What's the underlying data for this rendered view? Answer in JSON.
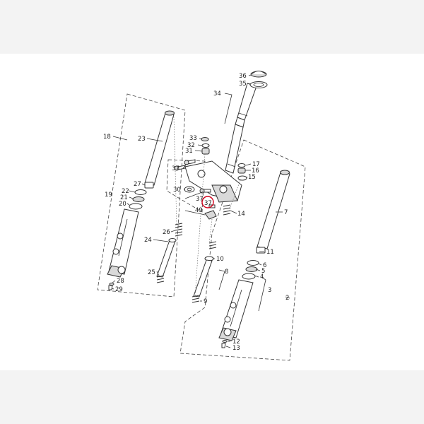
{
  "highlight_color": "#d0021b",
  "labels": [
    {
      "id": "36",
      "text": "36"
    },
    {
      "id": "35",
      "text": "35"
    },
    {
      "id": "34",
      "text": "34"
    },
    {
      "id": "33",
      "text": "33"
    },
    {
      "id": "32",
      "text": "32"
    },
    {
      "id": "31",
      "text": "31"
    },
    {
      "id": "37a",
      "text": "37"
    },
    {
      "id": "30",
      "text": "30"
    },
    {
      "id": "37b",
      "text": "37"
    },
    {
      "id": "37c",
      "text": "37"
    },
    {
      "id": "49",
      "text": "49"
    },
    {
      "id": "17",
      "text": "17"
    },
    {
      "id": "16",
      "text": "16"
    },
    {
      "id": "15",
      "text": "15"
    },
    {
      "id": "14",
      "text": "14"
    },
    {
      "id": "18",
      "text": "18"
    },
    {
      "id": "23",
      "text": "23"
    },
    {
      "id": "27",
      "text": "27"
    },
    {
      "id": "22",
      "text": "22"
    },
    {
      "id": "19",
      "text": "19"
    },
    {
      "id": "21",
      "text": "21"
    },
    {
      "id": "20",
      "text": "20"
    },
    {
      "id": "24",
      "text": "24"
    },
    {
      "id": "26",
      "text": "26"
    },
    {
      "id": "25",
      "text": "25"
    },
    {
      "id": "28",
      "text": "28"
    },
    {
      "id": "29",
      "text": "29"
    },
    {
      "id": "7",
      "text": "7"
    },
    {
      "id": "11",
      "text": "11"
    },
    {
      "id": "6",
      "text": "6"
    },
    {
      "id": "5",
      "text": "5"
    },
    {
      "id": "4",
      "text": "4"
    },
    {
      "id": "3",
      "text": "3"
    },
    {
      "id": "10",
      "text": "10"
    },
    {
      "id": "8",
      "text": "8"
    },
    {
      "id": "9",
      "text": "9"
    },
    {
      "id": "2",
      "text": "2"
    },
    {
      "id": "12",
      "text": "12"
    },
    {
      "id": "13",
      "text": "13"
    }
  ]
}
